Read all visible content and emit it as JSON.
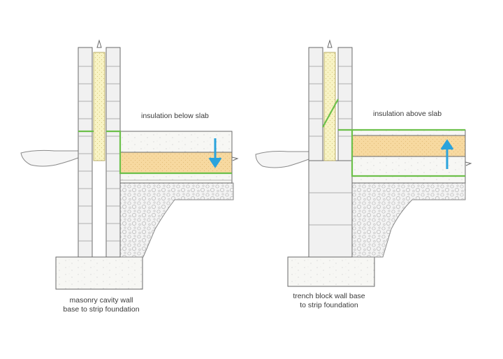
{
  "diagrams": [
    {
      "label": "insulation below slab",
      "caption_line1": "masonry cavity wall",
      "caption_line2": "base to strip foundation",
      "arrow_direction": "down"
    },
    {
      "label": "insulation above slab",
      "caption_line1": "trench block wall base",
      "caption_line2": "to strip foundation",
      "arrow_direction": "up"
    }
  ],
  "colors": {
    "insulation": "#f7d9a0",
    "membrane": "#6cc04a",
    "arrow": "#2aa3dc",
    "line": "#6a6a6a",
    "screed": "#f7f7f4",
    "hardcore": "#f3f3f3"
  }
}
